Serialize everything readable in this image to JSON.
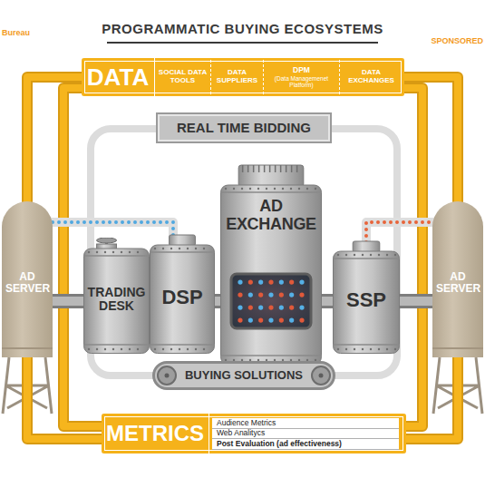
{
  "diagram": {
    "title": "PROGRAMMATIC BUYING ECOSYSTEMS",
    "nodes": [
      {
        "text": [
          "DATA"
        ]
      },
      {
        "text": [
          "SOCIAL DATA TOOLS"
        ],
        "in": 0
      },
      {
        "text": [
          "DATA SUPPLIERS"
        ],
        "in": 0
      },
      {
        "text": [
          "DPM",
          "(Data Managemenet Platform)"
        ],
        "in": 0
      },
      {
        "text": [
          "DATA EXCHANGES"
        ],
        "in": 0
      },
      {
        "text": [
          "REAL TIME BIDDING"
        ]
      },
      {
        "text": [
          "AD SERVER"
        ]
      },
      {
        "text": [
          "TRADING DESK"
        ]
      },
      {
        "text": [
          "DSP"
        ]
      },
      {
        "text": [
          "AD EXCHANGE"
        ]
      },
      {
        "text": [
          "SSP"
        ]
      },
      {
        "text": [
          "AD SERVER"
        ]
      },
      {
        "text": [
          "BUYING SOLUTIONS"
        ]
      },
      {
        "text": [
          "METRICS"
        ]
      },
      {
        "text": [
          "Audience Metrics"
        ],
        "in": 13
      },
      {
        "text": [
          "Web Analitycs"
        ],
        "in": 13
      },
      {
        "text": [
          "Post Evaluation (ad effectiveness)"
        ],
        "in": 13
      }
    ],
    "edges": [
      {
        "from": 0,
        "to": 6,
        "arrow": "none"
      },
      {
        "from": 0,
        "to": 11,
        "arrow": "none"
      },
      {
        "from": 6,
        "to": 13,
        "arrow": "none"
      },
      {
        "from": 11,
        "to": 13,
        "arrow": "none"
      },
      {
        "from": 6,
        "to": 8,
        "arrow": "none"
      },
      {
        "from": 10,
        "to": 11,
        "arrow": "none"
      },
      {
        "from": 6,
        "to": 7,
        "arrow": "none"
      },
      {
        "from": 8,
        "to": 9,
        "arrow": "none"
      },
      {
        "from": 9,
        "to": 10,
        "arrow": "none"
      },
      {
        "from": 10,
        "to": 11,
        "arrow": "none"
      }
    ],
    "labels": [
      "Bureau",
      "SPONSORED"
    ]
  }
}
